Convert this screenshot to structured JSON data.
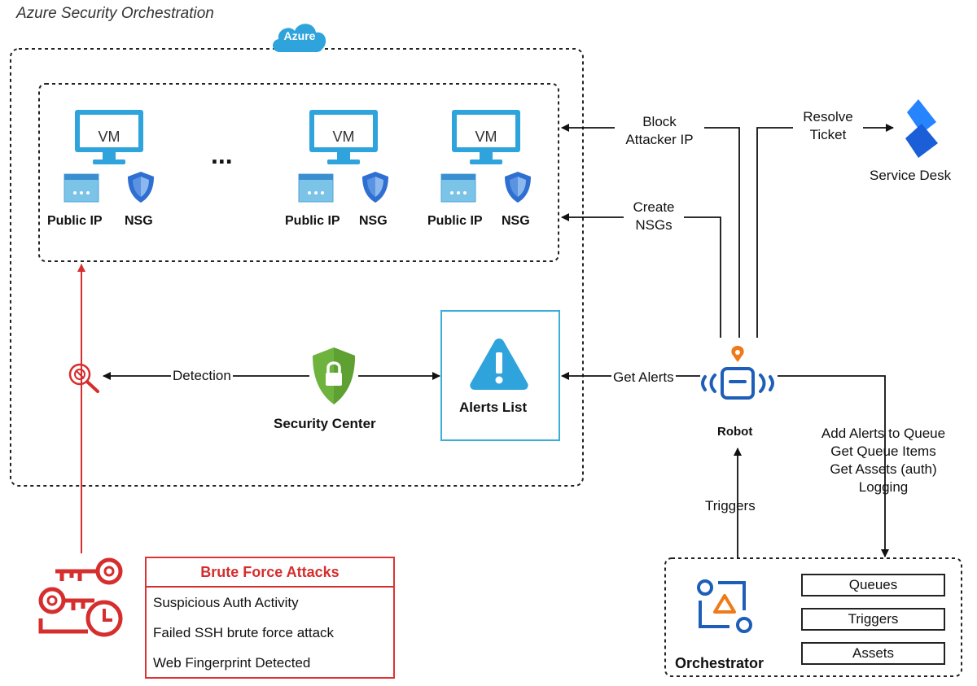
{
  "title": "Azure Security Orchestration",
  "azure_cloud_label": "Azure",
  "vms": [
    {
      "screen_label": "VM",
      "ip_label": "Public IP",
      "nsg_label": "NSG"
    },
    {
      "screen_label": "VM",
      "ip_label": "Public IP",
      "nsg_label": "NSG"
    },
    {
      "screen_label": "VM",
      "ip_label": "Public IP",
      "nsg_label": "NSG"
    }
  ],
  "ellipsis": "...",
  "flows": {
    "block_attacker_ip": [
      "Block",
      "Attacker IP"
    ],
    "create_nsgs": [
      "Create",
      "NSGs"
    ],
    "resolve_ticket": [
      "Resolve",
      "Ticket"
    ],
    "get_alerts": "Get Alerts",
    "detection": "Detection",
    "triggers": "Triggers",
    "queue_ops": [
      "Add Alerts to Queue",
      "Get Queue Items",
      "Get Assets (auth)",
      "Logging"
    ]
  },
  "service_desk_label": "Service Desk",
  "security_center_label": "Security Center",
  "alerts_list_label": "Alerts List",
  "robot_label": "Robot",
  "brute_force": {
    "heading": "Brute Force Attacks",
    "items": [
      "Suspicious Auth Activity",
      "Failed SSH brute force attack",
      "Web Fingerprint Detected"
    ]
  },
  "orchestrator": {
    "label": "Orchestrator",
    "items": [
      "Queues",
      "Triggers",
      "Assets"
    ]
  },
  "colors": {
    "azure_blue": "#2ea3dc",
    "nsg_blue": "#2f6fd1",
    "attack_red": "#d62d2d",
    "security_green": "#6fb33f",
    "robot_blue": "#1d5fb8",
    "robot_orange": "#f07a1a"
  }
}
